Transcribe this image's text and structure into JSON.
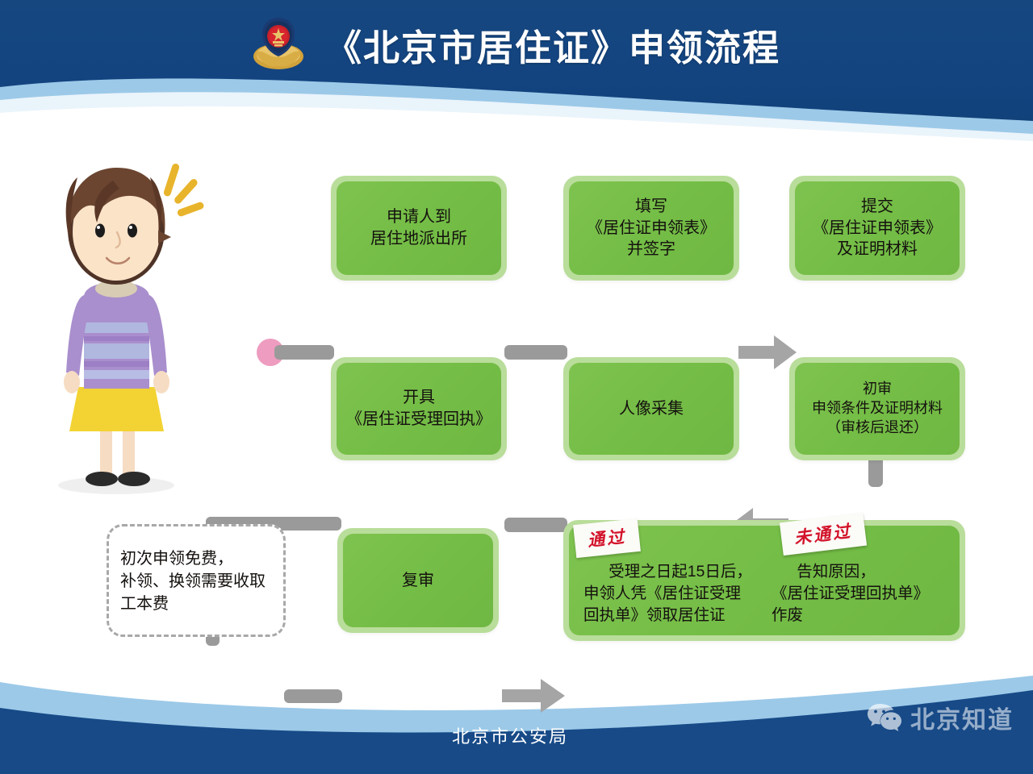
{
  "header": {
    "title": "《北京市居住证》申领流程",
    "badge_name": "police-badge"
  },
  "footer": {
    "org": "北京市公安局",
    "watermark": "北京知道"
  },
  "flow": {
    "start_marker": "start-dot",
    "nodes": [
      {
        "id": "n1",
        "text": "申请人到\n居住地派出所"
      },
      {
        "id": "n2",
        "text": "填写\n《居住证申领表》\n并签字"
      },
      {
        "id": "n3",
        "text": "提交\n《居住证申领表》\n及证明材料"
      },
      {
        "id": "n4",
        "text": "初审\n申领条件及证明材料\n（审核后退还）"
      },
      {
        "id": "n5",
        "text": "人像采集"
      },
      {
        "id": "n6",
        "text": "开具\n《居住证受理回执》"
      },
      {
        "id": "n7",
        "text": "复审"
      }
    ],
    "note": "初次申领免费，\n补领、换领需要收取\n工本费",
    "result": {
      "pass_tape": "通过",
      "fail_tape": "未通过",
      "pass_text": "受理之日起15日后，\n申领人凭《居住证受理\n回执单》领取居住证",
      "fail_text": "告知原因，\n《居住证受理回执单》\n作废"
    }
  },
  "colors": {
    "banner_blue": "#16477f",
    "wave_light": "#9cc9e8",
    "wave_pale": "#eaf4fb",
    "node_green": "#74bd46",
    "node_halo": "#b9dd9a",
    "connector_gray": "#9a9a9a",
    "start_pink": "#ee9cc0",
    "stamp_red": "#d3122a"
  }
}
